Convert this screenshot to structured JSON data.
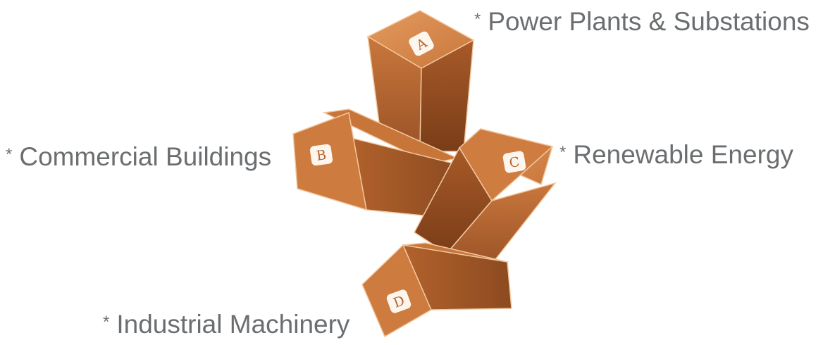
{
  "bullet": "*",
  "items": [
    {
      "letter": "A",
      "label": "Power Plants & Substations"
    },
    {
      "letter": "B",
      "label": "Commercial Buildings"
    },
    {
      "letter": "C",
      "label": "Renewable Energy"
    },
    {
      "letter": "D",
      "label": "Industrial Machinery"
    }
  ],
  "colors": {
    "box_light": "#d98a4e",
    "box_mid": "#c06a30",
    "box_dark": "#8a4a22",
    "box_edge": "#f0c49a",
    "label_text": "#6b6e70"
  }
}
